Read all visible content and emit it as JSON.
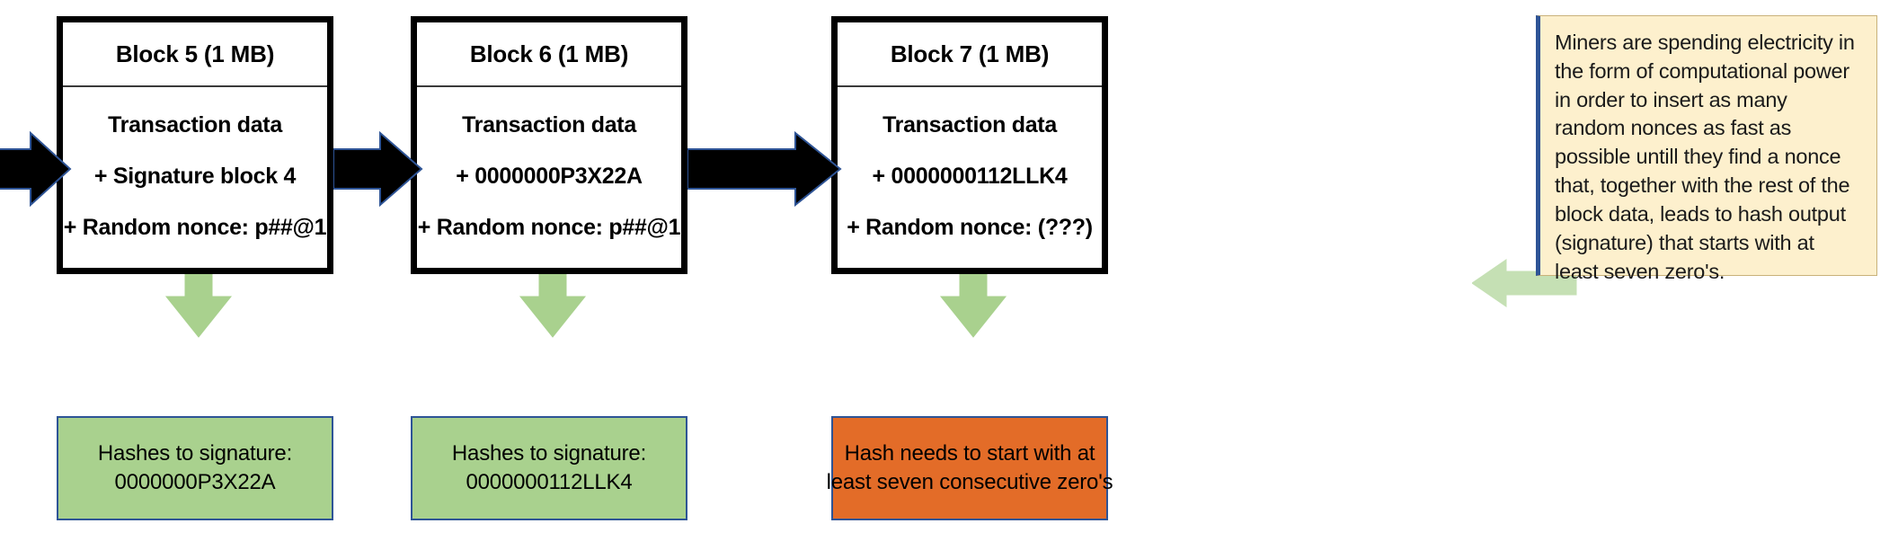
{
  "diagram": {
    "title": "Blockchain mining diagram",
    "colors": {
      "block_border": "#000000",
      "green_fill": "#a9d18e",
      "orange_fill": "#e36c28",
      "callout_fill": "#fdf0cd",
      "callout_accent": "#2e5496",
      "arrow_black": "#000000",
      "arrow_outline": "#2e5496"
    },
    "blocks": [
      {
        "id": "block-5",
        "title": "Block 5 (1 MB)",
        "lines": [
          "Transaction data",
          "+ Signature block 4",
          "+ Random nonce: p##@1"
        ]
      },
      {
        "id": "block-6",
        "title": "Block 6 (1 MB)",
        "lines": [
          "Transaction data",
          "+ 0000000P3X22A",
          "+ Random nonce: p##@1"
        ]
      },
      {
        "id": "block-7",
        "title": "Block 7 (1 MB)",
        "lines": [
          "Transaction data",
          "+ 0000000112LLK4",
          "+ Random nonce: (???)"
        ]
      }
    ],
    "results": [
      {
        "id": "result-block-5",
        "style": "green",
        "line1": "Hashes to signature:",
        "line2": "0000000P3X22A"
      },
      {
        "id": "result-block-6",
        "style": "green",
        "line1": "Hashes to signature:",
        "line2": "0000000112LLK4"
      },
      {
        "id": "result-block-7",
        "style": "orange",
        "line1": "Hash needs to start with at",
        "line2": "least seven consecutive zero's"
      }
    ],
    "callout": {
      "text": "Miners are spending electricity in the form of computational power in order to insert as many random nonces as fast as possible untill they find a nonce that, together with the rest of the block data, leads to hash output (signature) that starts with at least seven zero's."
    }
  }
}
